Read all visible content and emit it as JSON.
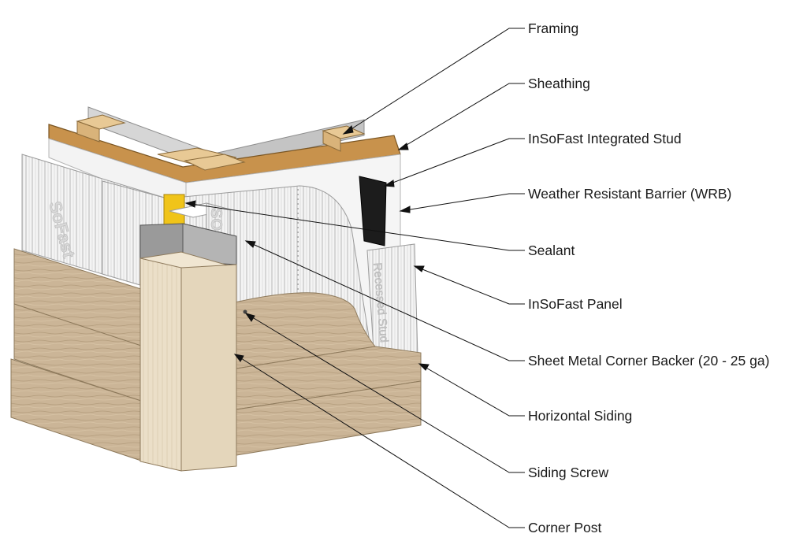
{
  "callouts": [
    {
      "id": "framing",
      "label": "Framing"
    },
    {
      "id": "sheathing",
      "label": "Sheathing"
    },
    {
      "id": "integrated-stud",
      "label": "InSoFast Integrated Stud"
    },
    {
      "id": "wrb",
      "label": "Weather Resistant Barrier (WRB)"
    },
    {
      "id": "sealant",
      "label": "Sealant"
    },
    {
      "id": "panel",
      "label": "InSoFast Panel"
    },
    {
      "id": "corner-backer",
      "label": "Sheet Metal Corner Backer (20 - 25 ga)"
    },
    {
      "id": "horizontal-siding",
      "label": "Horizontal Siding"
    },
    {
      "id": "siding-screw",
      "label": "Siding Screw"
    },
    {
      "id": "corner-post",
      "label": "Corner Post"
    }
  ],
  "panel_markings": {
    "brand_left": "SoFast",
    "brand_right": "SO",
    "recessed_stud": "Recessed Stud"
  },
  "colors": {
    "wood": "#e8c995",
    "osb": "#c8924c",
    "foam": "#f2f2f2",
    "metal": "#9a9a9a",
    "stud": "#1c1c1c",
    "sealant": "#f0c419",
    "siding": "#c9b394",
    "corner_post": "#e9dcc4"
  }
}
